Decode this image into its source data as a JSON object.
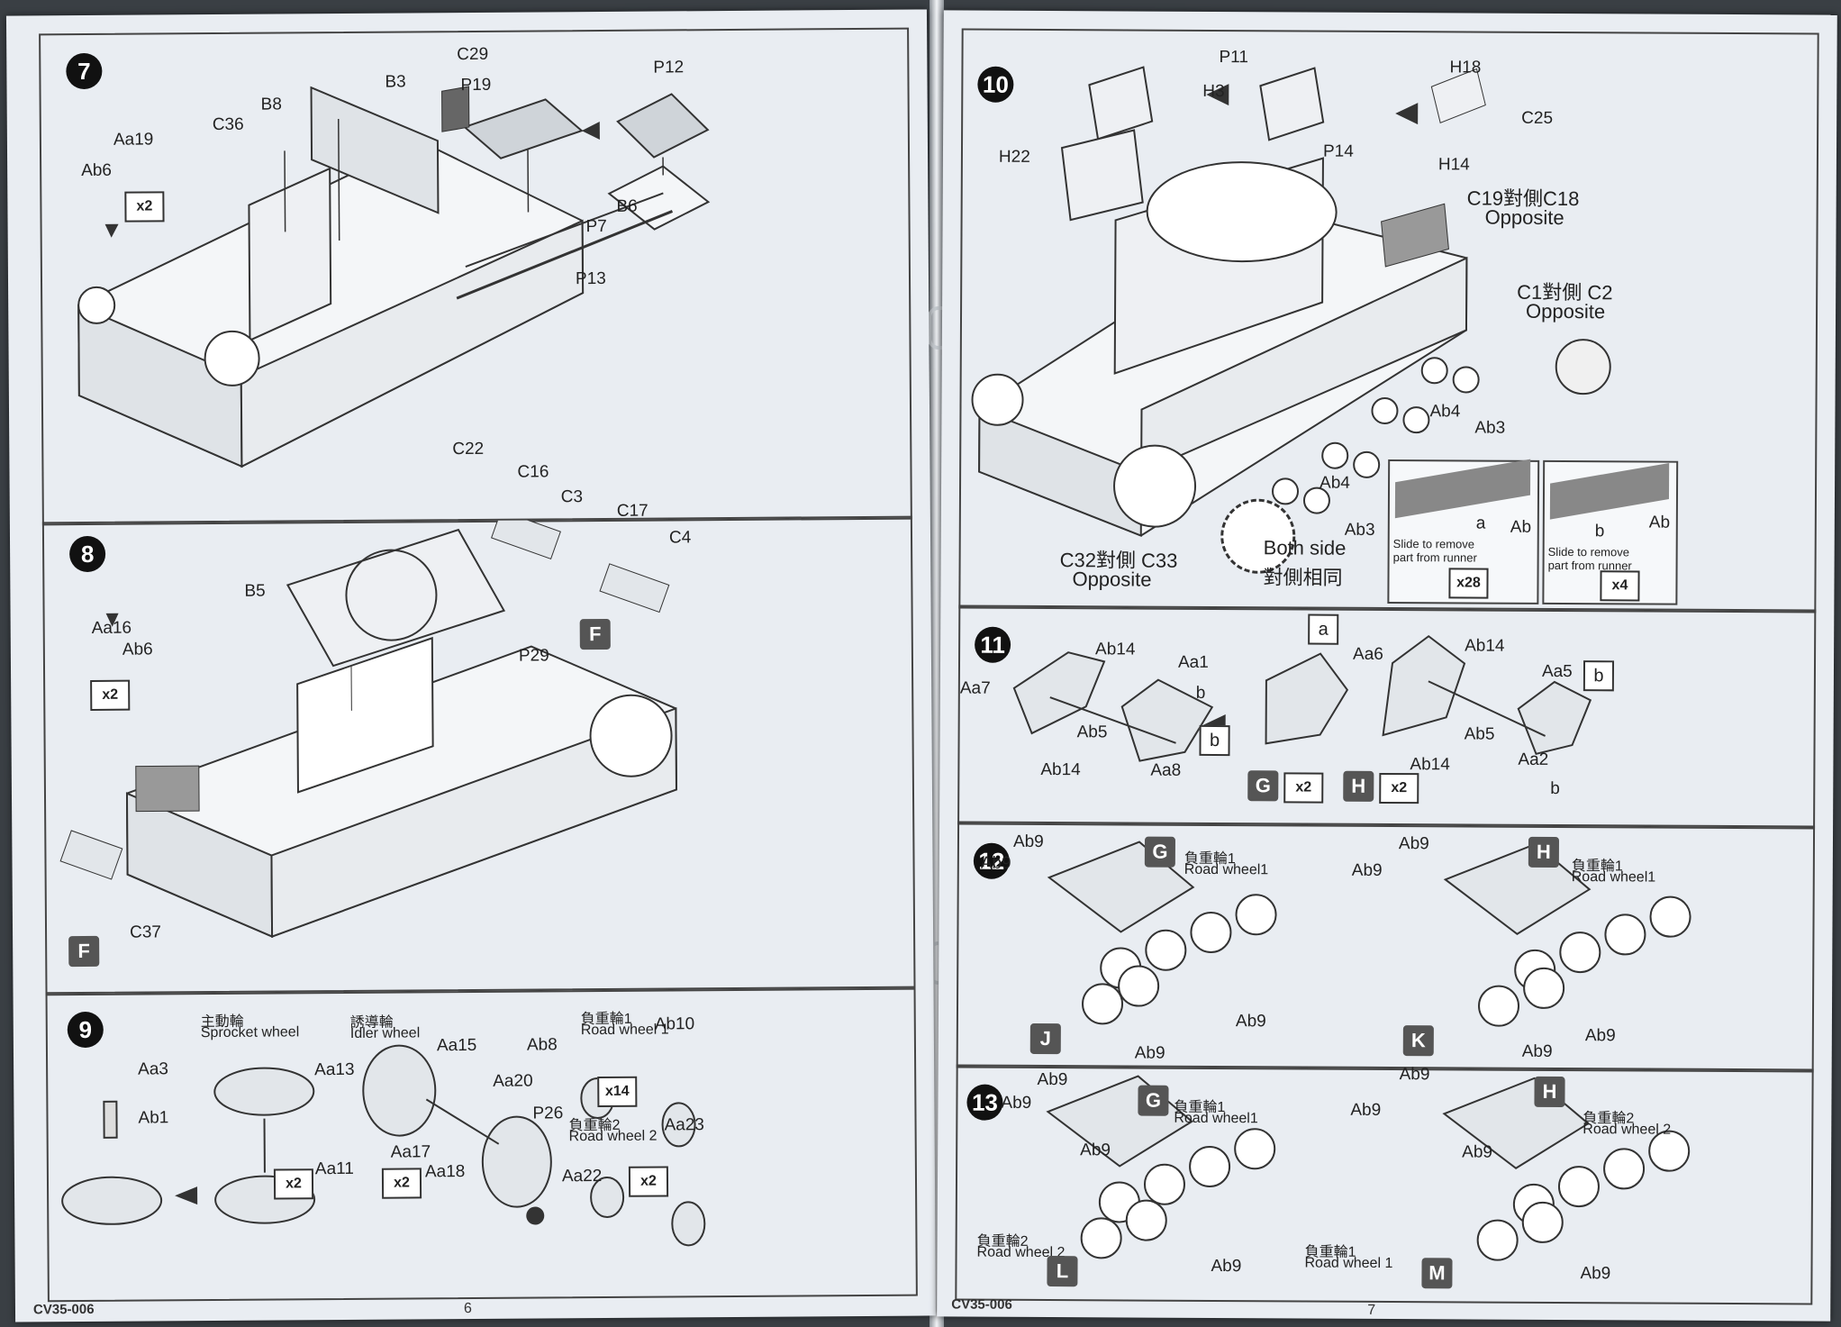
{
  "left_page": {
    "footer_code": "CV35-006",
    "page_number": "6",
    "step7": {
      "number": "7",
      "labels": [
        "C29",
        "B3",
        "P19",
        "P12",
        "B8",
        "C36",
        "Aa19",
        "Ab6",
        "P7",
        "B6",
        "P13"
      ],
      "qty": "x2"
    },
    "step8": {
      "number": "8",
      "labels": [
        "C22",
        "C16",
        "C3",
        "C17",
        "C4",
        "B5",
        "Aa16",
        "Ab6",
        "P29",
        "C37"
      ],
      "qty": "x2",
      "box_f": "F",
      "box_f2": "F"
    },
    "step9": {
      "number": "9",
      "sprocket_zh": "主動輪",
      "sprocket_en": "Sprocket wheel",
      "idler_zh": "誘導輪",
      "idler_en": "Idler wheel",
      "road1_zh": "負重輪1",
      "road1_en": "Road wheel 1",
      "road2_zh": "負重輪2",
      "road2_en": "Road wheel 2",
      "labels": [
        "Aa3",
        "Aa13",
        "Ab1",
        "Aa11",
        "Aa15",
        "Aa20",
        "Aa17",
        "Aa18",
        "P26",
        "Ab8",
        "Ab10",
        "Aa22",
        "Aa23"
      ],
      "qty1": "x2",
      "qty2": "x2",
      "qty3": "x2",
      "qty14": "x14"
    }
  },
  "right_page": {
    "footer_code": "CV35-006",
    "page_number": "7",
    "step10": {
      "number": "10",
      "labels": [
        "P11",
        "H3",
        "P14",
        "H18",
        "C25",
        "H14",
        "H22",
        "Ab4",
        "Ab3",
        "Ab4",
        "Ab3"
      ],
      "c19": "C19對側C18",
      "c19_en": "Opposite",
      "c1": "C1對側 C2",
      "c1_en": "Opposite",
      "c32": "C32對側 C33",
      "c32_en": "Opposite",
      "both_en": "Both side",
      "both_zh": "對側相同",
      "inset_a": {
        "letter_a": "a",
        "letter_b": "Ab",
        "note": "Slide to remove part from runner",
        "qty": "x28"
      },
      "inset_b": {
        "letter_a": "b",
        "letter_b": "Ab",
        "note": "Slide to remove part from runner",
        "qty": "x4"
      }
    },
    "step11": {
      "number": "11",
      "labels": [
        "Ab14",
        "Aa7",
        "Ab5",
        "Ab14",
        "Aa8",
        "Aa1",
        "b",
        "Aa6",
        "Ab14",
        "Aa5",
        "Ab5",
        "Aa2",
        "b",
        "Ab14"
      ],
      "hint_a": "a",
      "hint_b": "b",
      "hint_b2": "b",
      "box_g": "G",
      "box_h": "H",
      "qty_g": "x2",
      "qty_h": "x2"
    },
    "step12": {
      "number": "12",
      "labels": [
        "Ab9",
        "Ab9",
        "Ab9",
        "Ab9",
        "Ab9",
        "Ab9",
        "Ab9",
        "Ab9"
      ],
      "road_zh": "負重輪1",
      "road_en": "Road wheel1",
      "road_zh2": "負重輪1",
      "road_en2": "Road wheel1",
      "box_g": "G",
      "box_h": "H",
      "box_j": "J",
      "box_k": "K"
    },
    "step13": {
      "number": "13",
      "labels": [
        "Ab9",
        "Ab9",
        "Ab9",
        "Ab9",
        "Ab9",
        "Ab9",
        "Ab9",
        "Ab9"
      ],
      "road1_zh": "負重輪1",
      "road1_en": "Road wheel1",
      "road2_zh": "負重輪2",
      "road2_en": "Road wheel 2",
      "road3_zh": "負重輪2",
      "road3_en": "Road wheel 2",
      "road4_zh": "負重輪1",
      "road4_en": "Road wheel 1",
      "box_g": "G",
      "box_h": "H",
      "box_l": "L",
      "box_m": "M"
    }
  }
}
